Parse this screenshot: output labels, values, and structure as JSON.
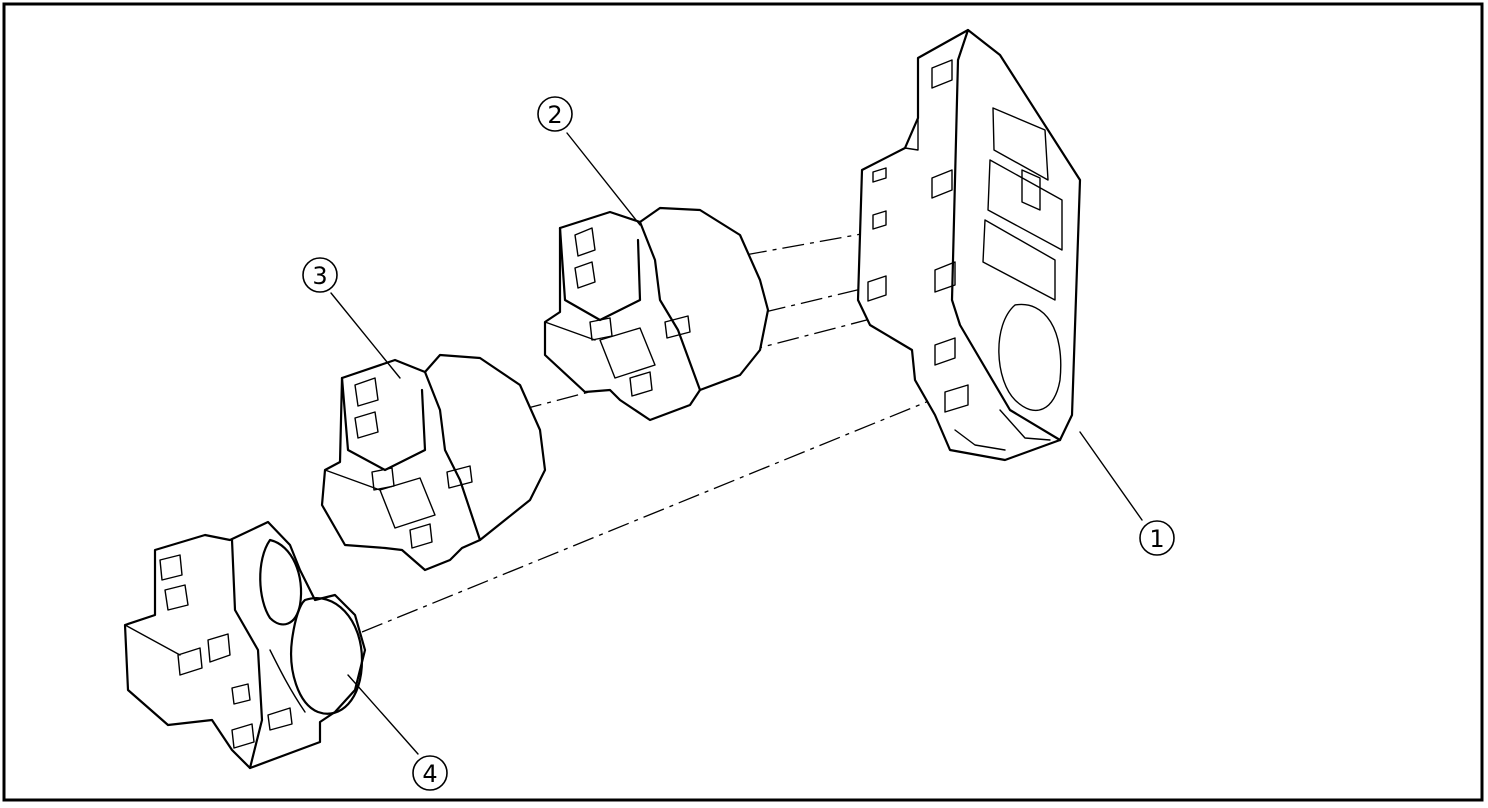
{
  "diagram": {
    "colors": {
      "border": "#000000",
      "line": "#000000",
      "highlight": "#00a3e0",
      "background": "#ffffff"
    },
    "callouts": [
      {
        "id": "1",
        "label": "1"
      },
      {
        "id": "2",
        "label": "2"
      },
      {
        "id": "3",
        "label": "3"
      },
      {
        "id": "4",
        "label": "4"
      }
    ]
  }
}
